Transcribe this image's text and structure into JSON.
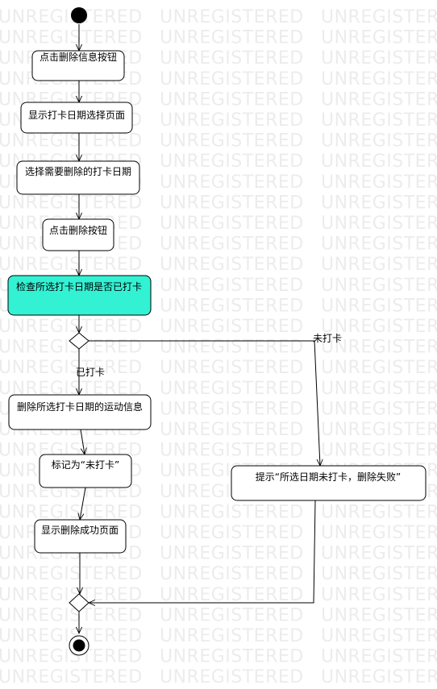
{
  "watermark": "UNREGISTERED",
  "colors": {
    "action_fill": "#ffffff",
    "highlight_fill": "#33f2d4",
    "stroke": "#000000"
  },
  "actions": [
    {
      "id": "click-delete-info",
      "label": "点击删除信息按钮"
    },
    {
      "id": "show-date-page",
      "label": "显示打卡日期选择页面"
    },
    {
      "id": "select-date",
      "label": "选择需要删除的打卡日期"
    },
    {
      "id": "click-delete",
      "label": "点击删除按钮"
    },
    {
      "id": "check-clocked",
      "label": "检查所选打卡日期是否已打卡",
      "highlight": true
    },
    {
      "id": "delete-info",
      "label": "删除所选打卡日期的运动信息"
    },
    {
      "id": "mark-unclocked",
      "label": "标记为“未打卡”"
    },
    {
      "id": "show-success",
      "label": "显示删除成功页面"
    },
    {
      "id": "prompt-fail",
      "label": "提示“所选日期未打卡，删除失败”"
    }
  ],
  "guards": {
    "clocked": "已打卡",
    "not_clocked": "未打卡"
  }
}
